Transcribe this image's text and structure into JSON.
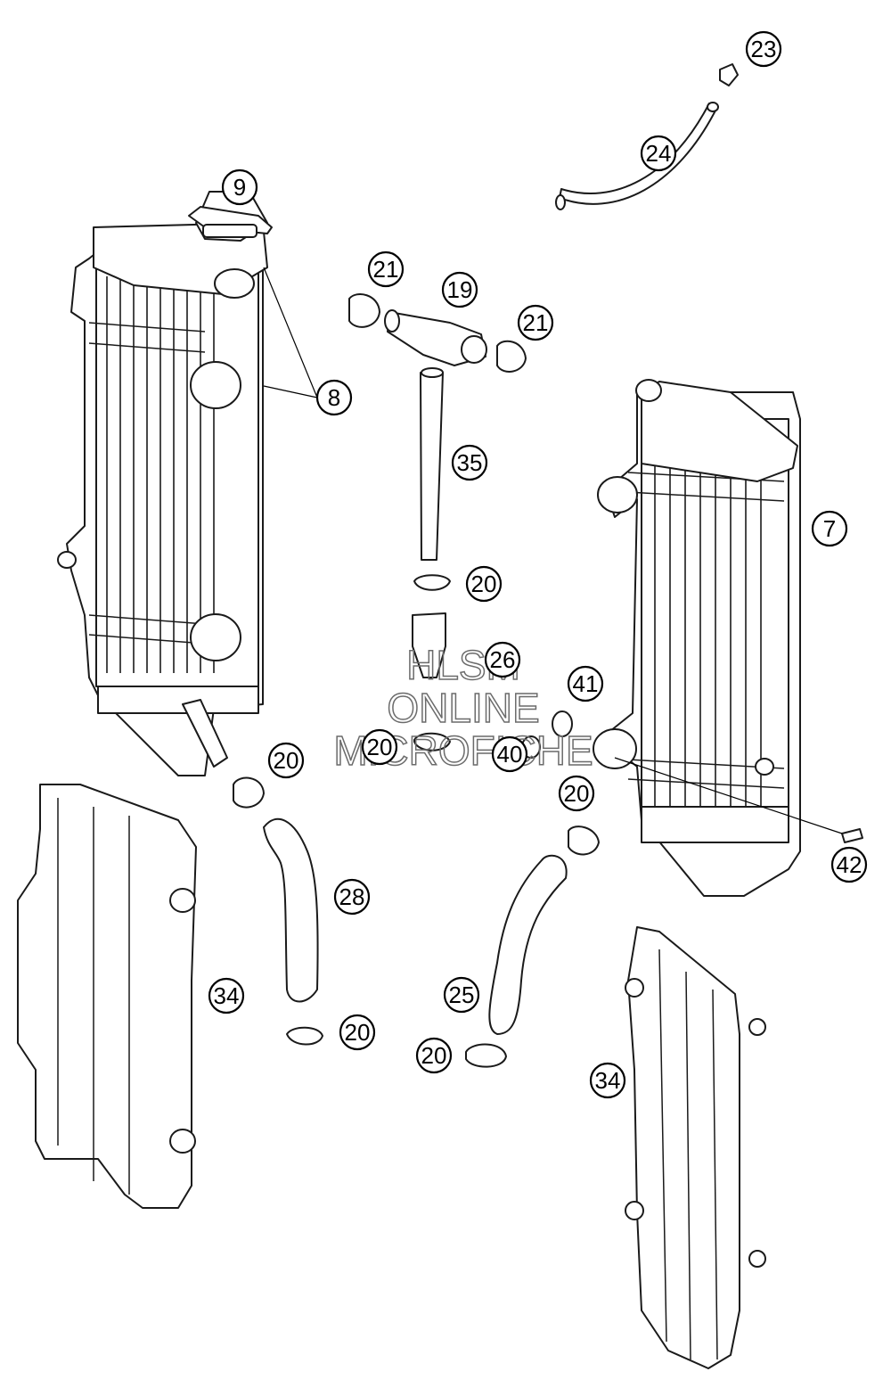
{
  "diagram": {
    "watermark": [
      "HLSM",
      "ONLINE",
      "MICROFICHE"
    ],
    "callouts": [
      {
        "label": "23"
      },
      {
        "label": "24"
      },
      {
        "label": "9"
      },
      {
        "label": "21"
      },
      {
        "label": "19"
      },
      {
        "label": "21"
      },
      {
        "label": "8"
      },
      {
        "label": "35"
      },
      {
        "label": "7"
      },
      {
        "label": "20"
      },
      {
        "label": "26"
      },
      {
        "label": "41"
      },
      {
        "label": "20"
      },
      {
        "label": "40"
      },
      {
        "label": "20"
      },
      {
        "label": "20"
      },
      {
        "label": "42"
      },
      {
        "label": "28"
      },
      {
        "label": "34"
      },
      {
        "label": "25"
      },
      {
        "label": "20"
      },
      {
        "label": "20"
      },
      {
        "label": "34"
      }
    ]
  }
}
